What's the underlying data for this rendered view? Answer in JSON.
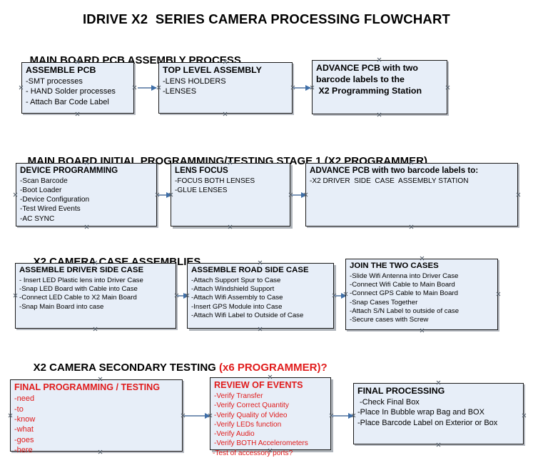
{
  "document": {
    "title": "IDRIVE X2  SERIES CAMERA PROCESSING FLOWCHART"
  },
  "colors": {
    "box_fill": "#e7eef8",
    "box_border": "#1a1a1a",
    "arrow": "#3f6fa8",
    "accent_red": "#e01b1b",
    "text": "#000000"
  },
  "sections": [
    {
      "heading": "MAIN BOARD PCB ASSEMBLY PROCESS",
      "heading_accent": "",
      "boxes": [
        {
          "title": "ASSEMBLE PCB",
          "lines": [
            "-SMT processes",
            "- HAND Solder processes",
            "- Attach Bar Code Label"
          ]
        },
        {
          "title": "TOP LEVEL ASSEMBLY",
          "lines": [
            "-LENS HOLDERS",
            "-LENSES"
          ]
        },
        {
          "title": "ADVANCE PCB with two",
          "lines": [
            "barcode labels to the",
            " X2 Programming Station"
          ]
        }
      ]
    },
    {
      "heading": "MAIN BOARD INITIAL PROGRAMMING/TESTING STAGE 1 (X2 PROGRAMMER)",
      "heading_accent": "",
      "boxes": [
        {
          "title": "DEVICE PROGRAMMING",
          "lines": [
            "-Scan Barcode",
            "-Boot Loader",
            "-Device Configuration",
            "-Test Wired Events",
            "-AC SYNC"
          ]
        },
        {
          "title": "LENS FOCUS",
          "lines": [
            "-FOCUS BOTH LENSES",
            "-GLUE LENSES"
          ]
        },
        {
          "title": "ADVANCE PCB with two barcode labels to:",
          "lines": [
            "-X2 DRIVER  SIDE  CASE  ASSEMBLY STATION"
          ]
        }
      ]
    },
    {
      "heading": "X2 CAMERA CASE ASSEMBLIES",
      "heading_accent": "",
      "boxes": [
        {
          "title": "ASSEMBLE DRIVER SIDE CASE",
          "lines": [
            "- Insert LED Plastic lens into Driver Case",
            "-Snap LED Board with Cable into Case",
            "-Connect LED Cable to X2 Main Board",
            "-Snap Main Board into case"
          ]
        },
        {
          "title": "ASSEMBLE ROAD SIDE CASE",
          "lines": [
            "-Attach Support Spur to Case",
            "-Attach Windshield Support",
            "-Attach Wifi Assembly to Case",
            "-Insert GPS Module into Case",
            "-Attach Wifi Label to Outside of Case"
          ]
        },
        {
          "title": "JOIN THE TWO CASES",
          "lines": [
            "-Slide Wifi Antenna into Driver Case",
            "-Connect Wifi Cable to Main Board",
            "-Connect GPS Cable to Main Board",
            "-Snap Cases Together",
            "-Attach S/N Label to outside of case",
            "-Secure cases with Screw"
          ]
        }
      ]
    },
    {
      "heading": "X2 CAMERA SECONDARY TESTING ",
      "heading_accent": "(x6 PROGRAMMER)?",
      "boxes": [
        {
          "title": "FINAL PROGRAMMING / TESTING",
          "lines": [
            "-need",
            "-to",
            "-know",
            "-what",
            "-goes",
            "-here"
          ]
        },
        {
          "title": "REVIEW OF EVENTS",
          "lines": [
            "-Verify Transfer",
            "-Verify Correct Quantity",
            "-Verify Quality of Video",
            "-Verify LEDs function",
            "-Verify Audio",
            "-Verify BOTH Accelerometers"
          ],
          "overflow_line": "-Test of accessory ports?"
        },
        {
          "title": "FINAL PROCESSING",
          "lines": [
            " -Check Final Box",
            "-Place In Bubble wrap Bag and BOX",
            "-Place Barcode Label on Exterior or Box"
          ]
        }
      ]
    }
  ]
}
